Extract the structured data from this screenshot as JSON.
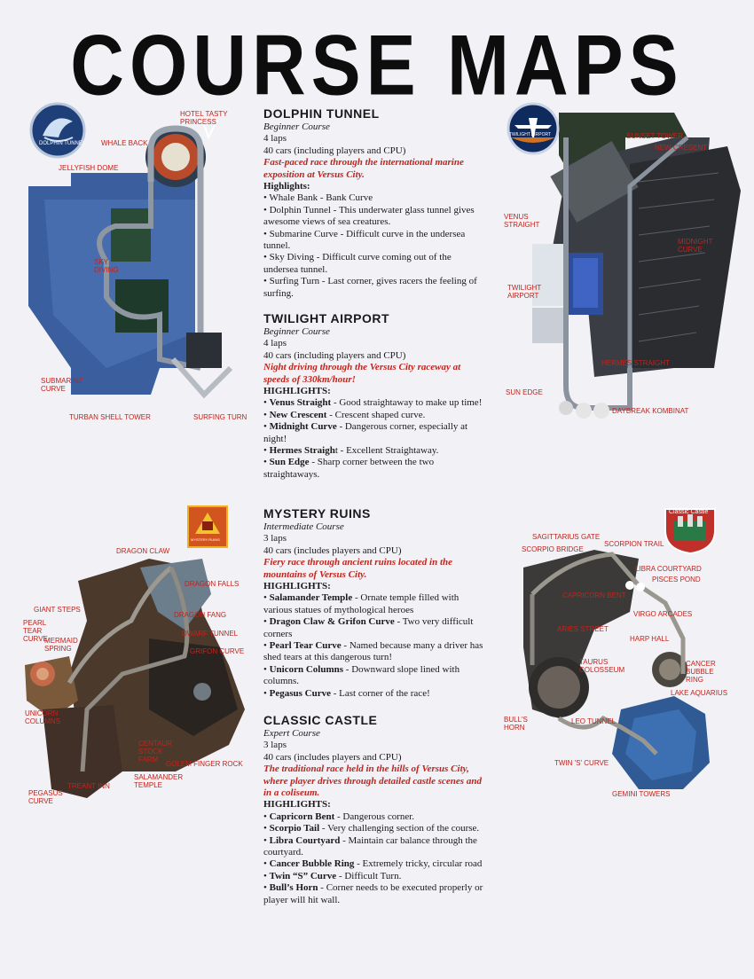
{
  "page_title": "COURSE MAPS",
  "courses": [
    {
      "name": "DOLPHIN TUNNEL",
      "level": "Beginner Course",
      "laps": "4 laps",
      "cars": "40 cars (including players and CPU)",
      "tagline": "Fast-paced race through the international marine exposition at Versus City.",
      "highlights_title": "Highlights:",
      "highlights": [
        {
          "bold": "",
          "text": "Whale Bank - Bank Curve"
        },
        {
          "bold": "",
          "text": "Dolphin Tunnel - This underwater glass tunnel gives awesome views of sea creatures."
        },
        {
          "bold": "",
          "text": "Submarine Curve - Difficult curve in the undersea tunnel."
        },
        {
          "bold": "",
          "text": "Sky Diving - Difficult curve coming out of the undersea tunnel."
        },
        {
          "bold": "",
          "text": "Surfing Turn - Last corner, gives racers the feeling of surfing."
        }
      ],
      "logo_text": "DOLPHIN TUNNEL",
      "map_labels": [
        "HOTEL TASTY PRINCESS",
        "WHALE BACK",
        "JELLYFISH DOME",
        "SKY DIVING",
        "SUBMARINE CURVE",
        "TURBAN SHELL TOWER",
        "SURFING TURN"
      ]
    },
    {
      "name": "TWILIGHT AIRPORT",
      "level": "Beginner Course",
      "laps": "4 laps",
      "cars": "40 cars (including players and CPU)",
      "tagline": "Night driving through the Versus City raceway at speeds of 330km/hour!",
      "highlights_title": "HIGHLIGHTS:",
      "highlights": [
        {
          "bold": "Venus Straight",
          "text": " - Good straightaway to make up time!"
        },
        {
          "bold": "New Crescent",
          "text": " - Crescent shaped curve."
        },
        {
          "bold": "Midnight Curve",
          "text": " - Dangerous corner, especially at night!"
        },
        {
          "bold": "Hermes Straigh",
          "text": "t - Excellent Straightaway."
        },
        {
          "bold": "Sun Edge",
          "text": " - Sharp corner between the two straightaways."
        }
      ],
      "logo_text": "TWILIGHT AIRPORT",
      "map_labels": [
        "SUNSET TOWER",
        "NEW CRESENT",
        "VENUS STRAIGHT",
        "MIDNIGHT CURVE",
        "TWILIGHT AIRPORT",
        "HERMES STRAIGHT",
        "SUN EDGE",
        "DAYBREAK KOMBINAT"
      ]
    },
    {
      "name": "MYSTERY RUINS",
      "level": "Intermediate Course",
      "laps": "3 laps",
      "cars": "40 cars (includes players and CPU)",
      "tagline": "Fiery race through ancient ruins located in the mountains of Versus City.",
      "highlights_title": "HIGHLIGHTS:",
      "highlights": [
        {
          "bold": "Salamander Temple",
          "text": " - Ornate temple filled with various statues of mythological heroes"
        },
        {
          "bold": "Dragon Claw & Grifon Curve",
          "text": " - Two very difficult corners"
        },
        {
          "bold": "Pearl Tear Curve",
          "text": " - Named because many a driver has shed tears at this dangerous turn!"
        },
        {
          "bold": "Unicorn Columns",
          "text": " - Downward slope lined with columns."
        },
        {
          "bold": "Pegasus Curve",
          "text": " - Last corner of the race!"
        }
      ],
      "logo_text": "MYSTERY RUINS",
      "map_labels": [
        "DRAGON CLAW",
        "DRAGON FALLS",
        "GIANT STEPS",
        "DRAGON FANG",
        "PEARL TEAR CURVE",
        "DWARF TUNNEL",
        "MERMAID SPRING",
        "GRIFON CURVE",
        "UNICORN COLUMNS",
        "CENTAUR STOCK FARM",
        "GOLEM FINGER ROCK",
        "SALAMANDER TEMPLE",
        "TREANT INN",
        "PEGASUS CURVE"
      ]
    },
    {
      "name": "CLASSIC CASTLE",
      "level": "Expert Course",
      "laps": "3 laps",
      "cars": "40 cars (includes players and CPU)",
      "tagline": "The traditional race held in the hills of Versus City, where player drives through detailed castle scenes and in a coliseum.",
      "highlights_title": "HIGHLIGHTS:",
      "highlights": [
        {
          "bold": "Capricorn Bent",
          "text": " - Dangerous corner."
        },
        {
          "bold": "Scorpio Tail",
          "text": " - Very challenging section of the course."
        },
        {
          "bold": "Libra Courtyard",
          "text": " - Maintain car balance through the courtyard."
        },
        {
          "bold": "Cancer Bubble Ring",
          "text": " - Extremely tricky, circular road"
        },
        {
          "bold": "Twin “S” Curve",
          "text": " - Difficult Turn."
        },
        {
          "bold": "Bull’s Horn",
          "text": " - Corner needs to be executed properly or player will hit wall."
        }
      ],
      "logo_text": "Classic Castle",
      "map_labels": [
        "SAGITTARIUS GATE",
        "SCORPION TRAIL",
        "SCORPIO BRIDGE",
        "LIBRA COURTYARD",
        "PISCES POND",
        "CAPRICORN BENT",
        "VIRGO ARCADES",
        "ARIES STREET",
        "HARP HALL",
        "TAURUS COLOSSEUM",
        "CANCER BUBBLE RING",
        "LAKE AQUARIUS",
        "BULL'S HORN",
        "LEO TUNNEL",
        "TWIN 'S' CURVE",
        "GEMINI TOWERS"
      ]
    }
  ]
}
